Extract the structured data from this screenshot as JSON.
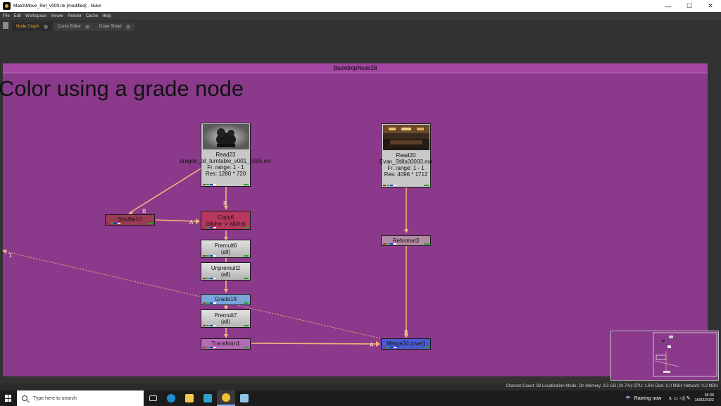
{
  "window": {
    "title": "MatchMove_Ref_v009.nk [modified] - Nuke",
    "min_glyph": "—",
    "max_glyph": "☐",
    "close_glyph": "✕"
  },
  "menu": [
    "File",
    "Edit",
    "Workspace",
    "Viewer",
    "Render",
    "Cache",
    "Help"
  ],
  "tabs": [
    {
      "label": "Node Graph",
      "active": true
    },
    {
      "label": "Curve Editor",
      "active": false
    },
    {
      "label": "Dope Sheet",
      "active": false
    }
  ],
  "backdrop": {
    "name": "BackdropNode28",
    "label": "Color using a grade node",
    "color": "#8b3a8b"
  },
  "nodes": {
    "read23": {
      "name": "Read23",
      "file": "dragon_oil_turntable_v001_0005.exr",
      "range": "Fr. range: 1 - 1",
      "res": "Res: 1280 * 720"
    },
    "read20": {
      "name": "Read20",
      "file": "Evan_Stills00003.exr",
      "range": "Fr. range: 1 - 1",
      "res": "Res: 4096 * 1712"
    },
    "shuffle10": {
      "name": "Shuffle10"
    },
    "copy6": {
      "name": "Copy6",
      "sub": "(alpha -> alpha)"
    },
    "premult6": {
      "name": "Premult6",
      "sub": "(all)"
    },
    "unpremult2": {
      "name": "Unpremult2",
      "sub": "(all)"
    },
    "grade18": {
      "name": "Grade18"
    },
    "premult7": {
      "name": "Premult7",
      "sub": "(all)"
    },
    "transform1": {
      "name": "Transform1"
    },
    "reformat3": {
      "name": "Reformat3"
    },
    "merge24": {
      "name": "Merge24 (over)"
    }
  },
  "input_labels": {
    "a": "A",
    "b": "B",
    "one": "1"
  },
  "status": {
    "text": "Channel Count: 93  Localization Mode: On  Memory: 3.3 GB (20.7%)  CPU: 1.6%  Disk: 0.0 MB/s  Network: 0.0 MB/s"
  },
  "taskbar": {
    "search_placeholder": "Type here to search",
    "weather": "Raining now",
    "time": "18:36",
    "date": "16/03/2022",
    "tray_glyphs": "∧  ▭  ◁)  ✎"
  },
  "colors": {
    "accent_tab": "#f0a52a",
    "edge": "#f5b37a"
  }
}
